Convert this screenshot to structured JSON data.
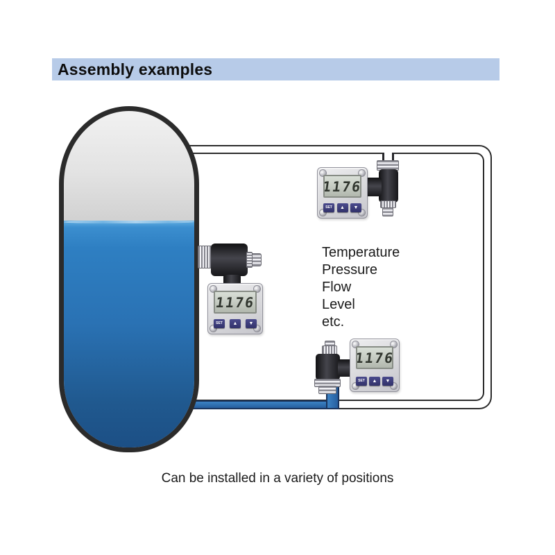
{
  "header": {
    "title": "Assembly examples"
  },
  "annotations": {
    "measurands": [
      "Temperature",
      "Pressure",
      "Flow",
      "Level",
      "etc."
    ],
    "caption": "Can be installed in a variety of positions"
  },
  "device": {
    "display_value": "1176",
    "buttons": {
      "set": "SET",
      "up": "▲",
      "down": "▼"
    }
  },
  "colors": {
    "title_bg": "#b7cbe8",
    "outline": "#2b2b2b",
    "pipe_blue": "#2d6dae",
    "pipe_edge": "#1a335c",
    "liquid_top": "#3b8ecf",
    "liquid_bottom": "#1c4f85",
    "housing": "#dcdcdf",
    "lcd_bg": "#c3c9c0",
    "lcd_digits": "#31362f",
    "button_bg": "#3c3c7c"
  }
}
